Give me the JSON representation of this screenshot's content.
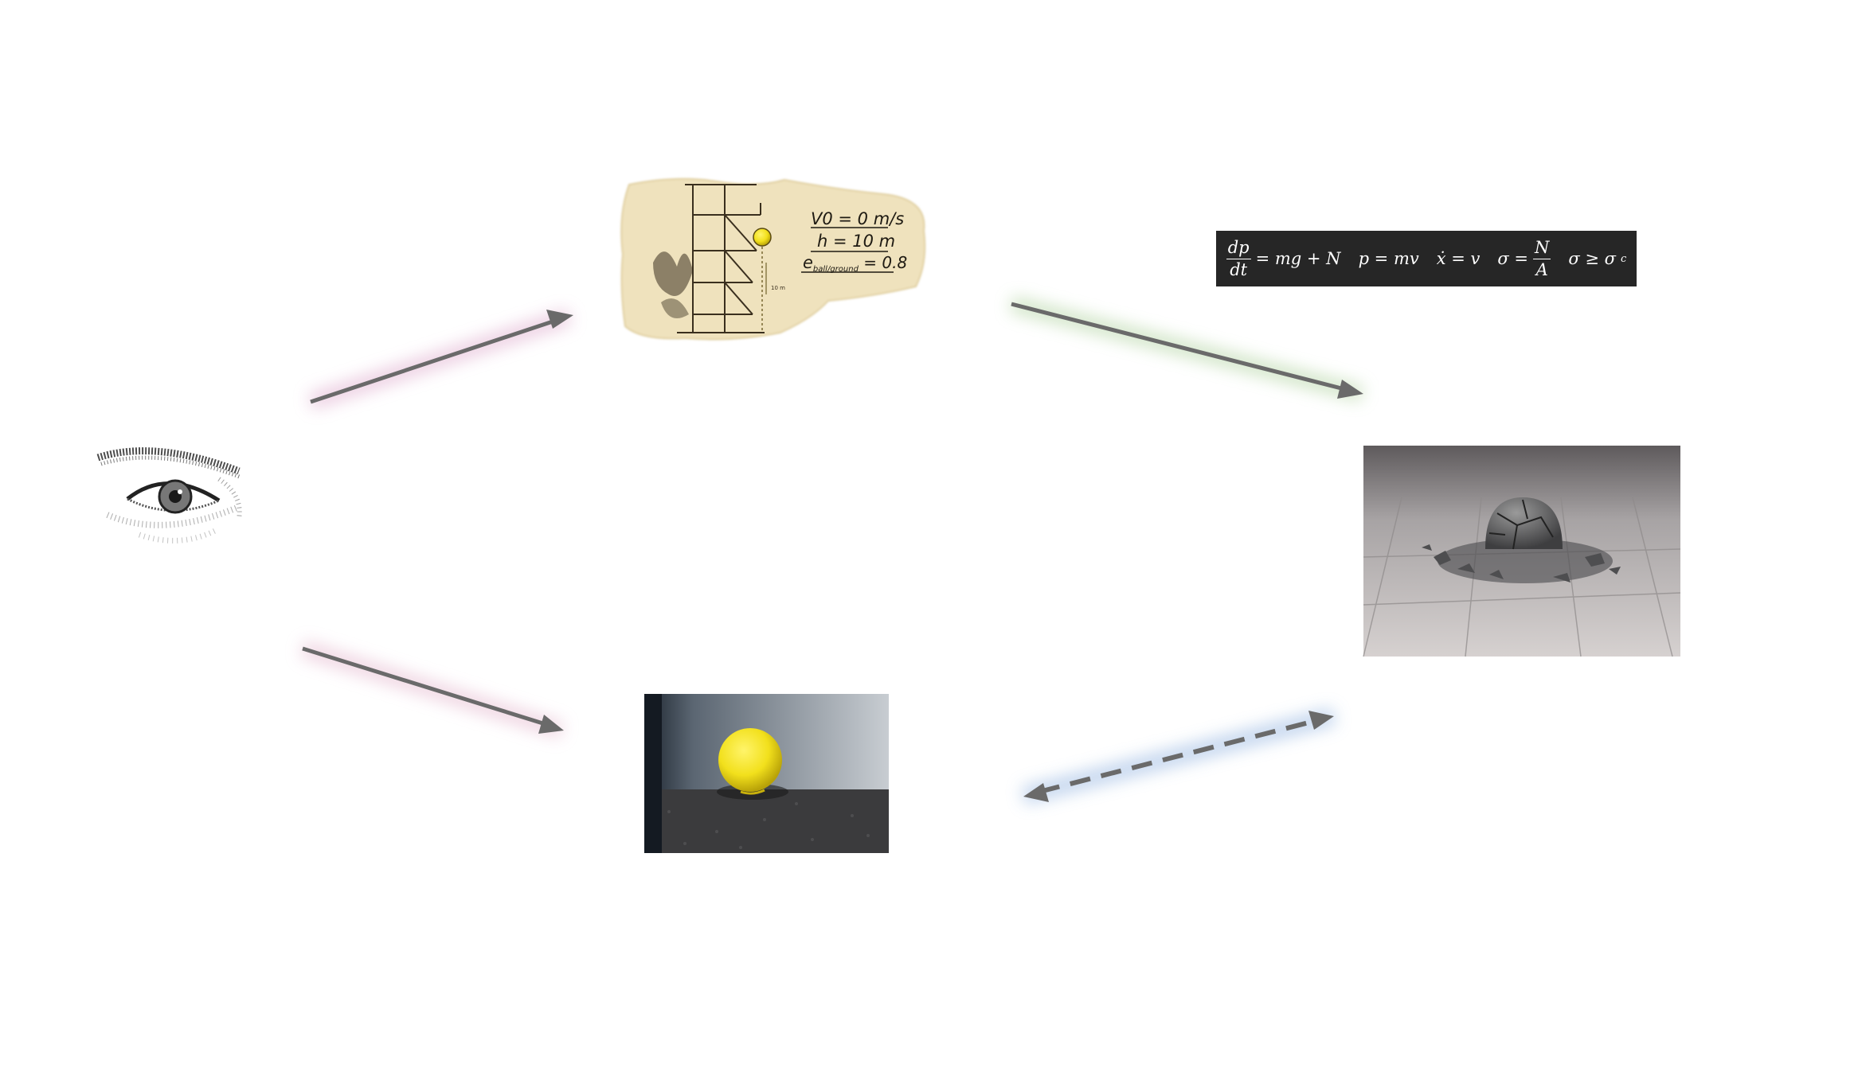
{
  "nodes": {
    "observer": {
      "icon": "eye-icon"
    },
    "sketch": {
      "icon": "tower-sketch-icon",
      "labels": [
        "V0 = 0 m/s",
        "h = 10 m",
        "e",
        "ball/ground",
        " = 0.8"
      ],
      "dim_label": "10 m"
    },
    "equations": {
      "items": [
        {
          "frac_num": "dp",
          "frac_den": "dt",
          "rest": "= mg + N"
        },
        {
          "text": "p = mv"
        },
        {
          "text": "ẋ = v"
        },
        {
          "prefix": "σ =",
          "frac_num": "N",
          "frac_den": "A"
        },
        {
          "text": "σ ≥ σ",
          "sub": "c"
        }
      ]
    },
    "shattered_ball": {
      "icon": "shattered-ball-photo"
    },
    "yellow_ball": {
      "icon": "yellow-ball-photo"
    }
  },
  "edges": [
    {
      "from": "observer",
      "to": "sketch",
      "style": "solid",
      "glow": "#e8c4dc"
    },
    {
      "from": "sketch",
      "to": "shattered_ball",
      "style": "solid",
      "glow": "#c8e0bc"
    },
    {
      "from": "observer",
      "to": "yellow_ball",
      "style": "solid",
      "glow": "#ecccdc"
    },
    {
      "from": "yellow_ball",
      "to": "shattered_ball",
      "style": "dashed-bidirectional",
      "glow": "#bcd0ec"
    }
  ],
  "colors": {
    "arrow": "#6a6a6a",
    "equation_bg": "#262626",
    "sketch_paper": "#efe2bd",
    "ball_yellow": "#f2e01c"
  }
}
